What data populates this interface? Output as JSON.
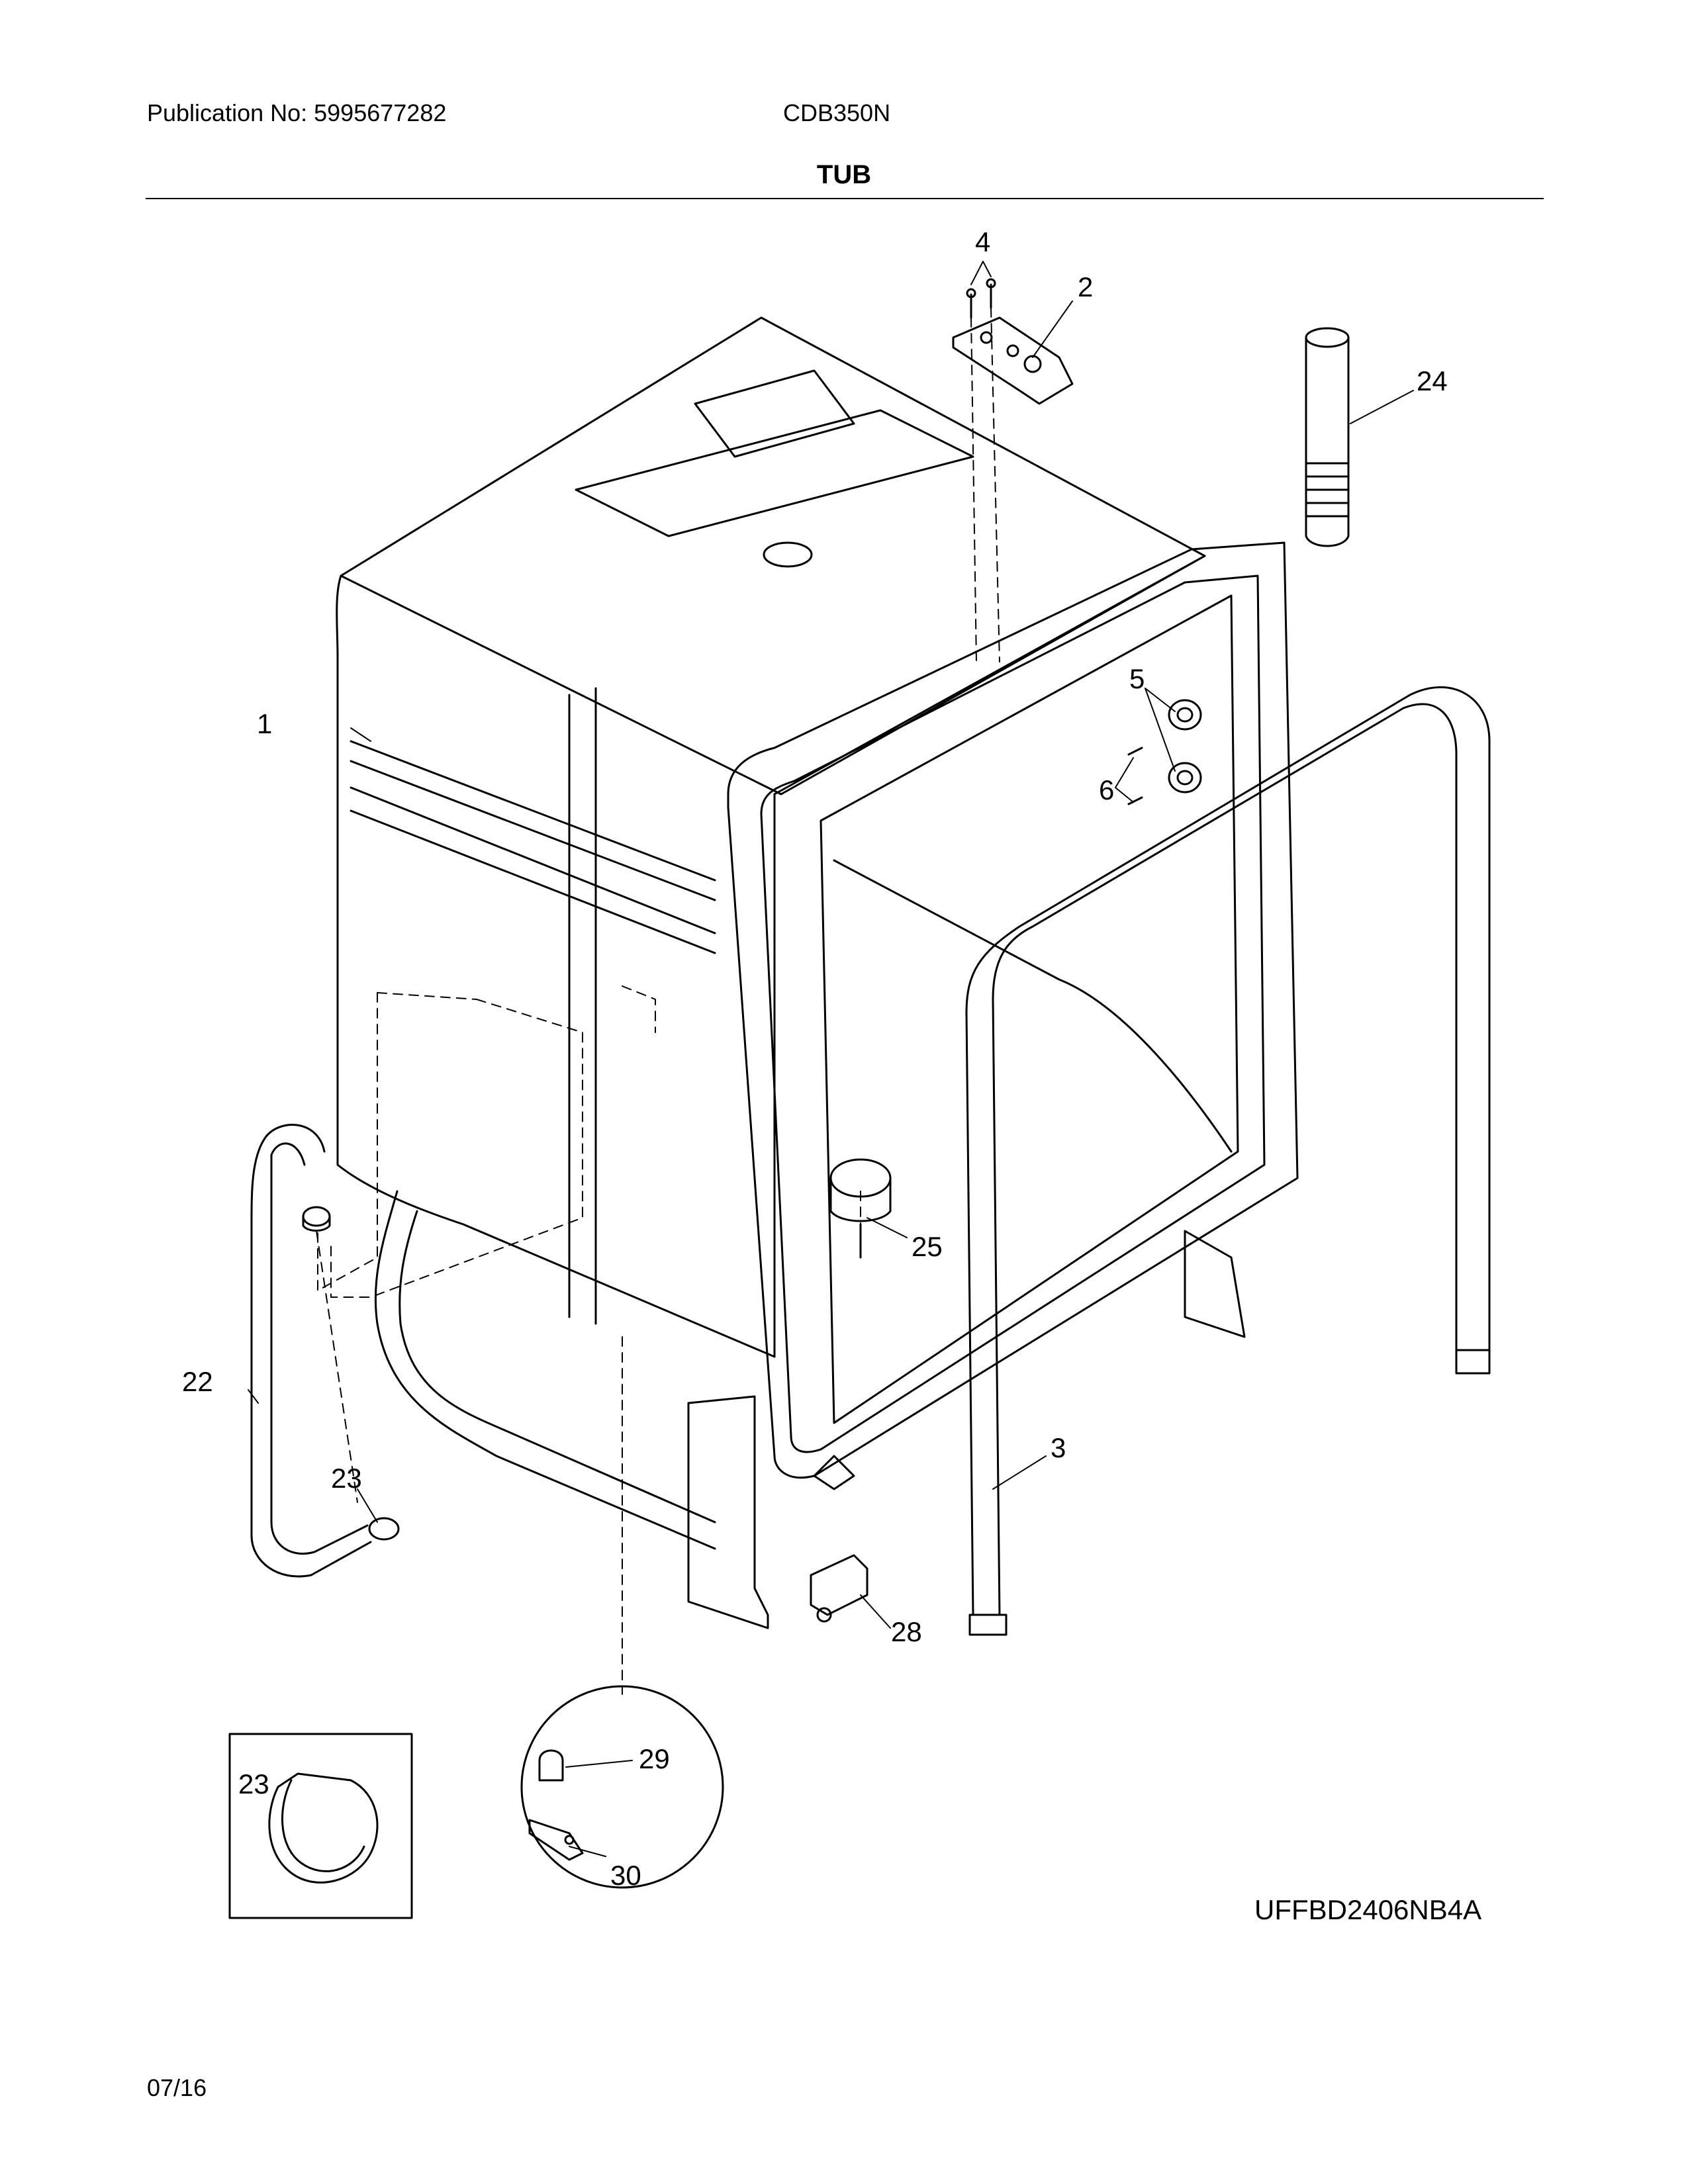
{
  "header": {
    "publication": "Publication No: 5995677282",
    "model": "CDB350N",
    "title": "TUB"
  },
  "callouts": {
    "c1": "1",
    "c2": "2",
    "c3": "3",
    "c4": "4",
    "c5": "5",
    "c6": "6",
    "c22": "22",
    "c23a": "23",
    "c23b": "23",
    "c24": "24",
    "c25": "25",
    "c28": "28",
    "c29": "29",
    "c30": "30"
  },
  "footer": {
    "diagram_code": "UFFBD2406NB4A",
    "date": "07/16"
  }
}
